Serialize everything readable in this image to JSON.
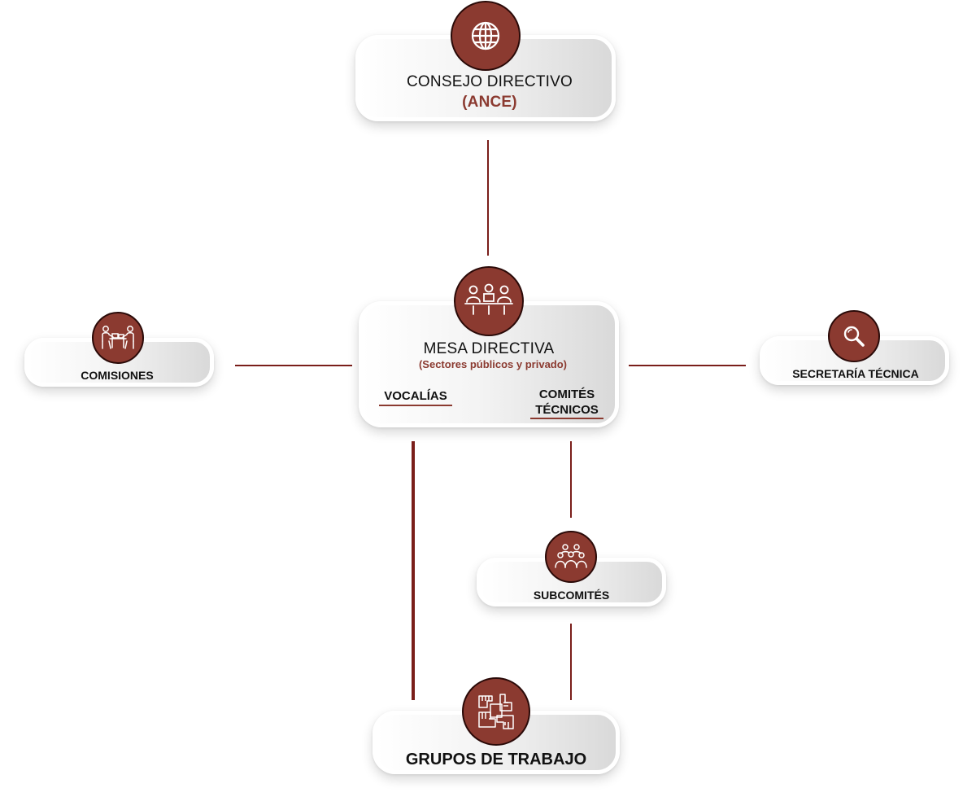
{
  "colors": {
    "accent": "#8b3a30",
    "line": "#7a1e1a"
  },
  "consejo": {
    "title": "CONSEJO DIRECTIVO",
    "subtitle": "(ANCE)",
    "icon": "globe-icon"
  },
  "mesa": {
    "title": "MESA DIRECTIVA",
    "subtitle": "(Sectores públicos y privado)",
    "vocalias": "VOCALÍAS",
    "comites_line1": "COMITÉS",
    "comites_line2": "TÉCNICOS",
    "icon": "meeting-table-icon"
  },
  "comisiones": {
    "title": "COMISIONES",
    "icon": "negotiation-table-icon"
  },
  "secretaria": {
    "title": "SECRETARÍA TÉCNICA",
    "icon": "magnifier-icon"
  },
  "subcomites": {
    "title": "SUBCOMITÉS",
    "icon": "group-people-icon"
  },
  "grupos": {
    "title": "GRUPOS DE TRABAJO",
    "icon": "joined-hands-icon"
  }
}
